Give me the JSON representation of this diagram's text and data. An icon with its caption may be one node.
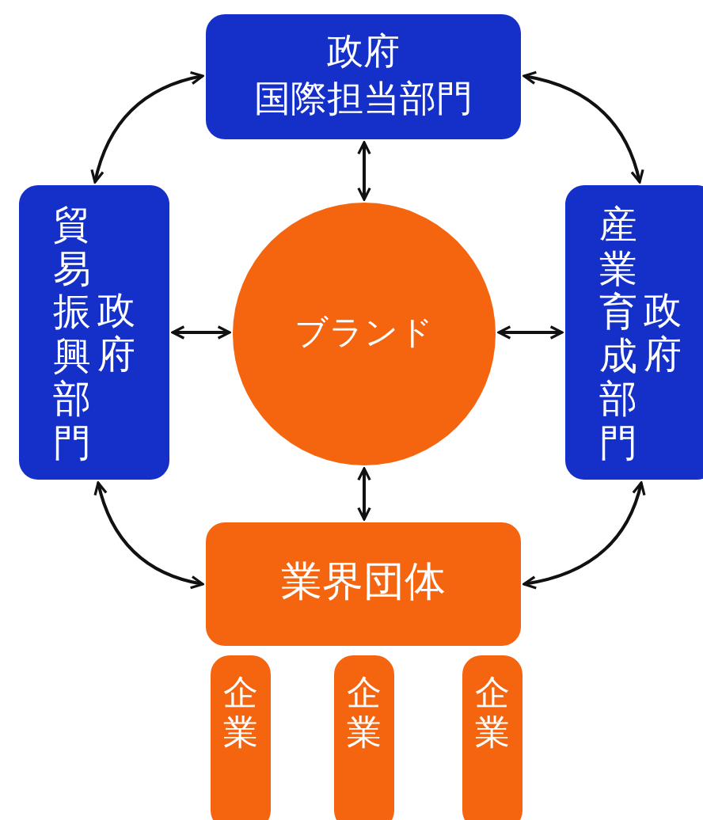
{
  "diagram": {
    "nodes": [
      {
        "text": [
          "政府",
          "国際担当部門"
        ]
      },
      {
        "text": [
          "貿易振興部門",
          "政府"
        ]
      },
      {
        "text": [
          "ブランド"
        ]
      },
      {
        "text": [
          "産業育成部門",
          "政府"
        ]
      },
      {
        "text": [
          "業界団体"
        ]
      },
      {
        "text": [
          "企業"
        ]
      },
      {
        "text": [
          "企業"
        ]
      },
      {
        "text": [
          "企業"
        ]
      }
    ],
    "edges": [
      {
        "from": 0,
        "to": 1,
        "arrow": "both"
      },
      {
        "from": 0,
        "to": 3,
        "arrow": "both"
      },
      {
        "from": 0,
        "to": 2,
        "arrow": "both"
      },
      {
        "from": 1,
        "to": 2,
        "arrow": "both"
      },
      {
        "from": 2,
        "to": 3,
        "arrow": "both"
      },
      {
        "from": 2,
        "to": 4,
        "arrow": "both"
      },
      {
        "from": 1,
        "to": 4,
        "arrow": "both"
      },
      {
        "from": 3,
        "to": 4,
        "arrow": "both"
      }
    ]
  }
}
